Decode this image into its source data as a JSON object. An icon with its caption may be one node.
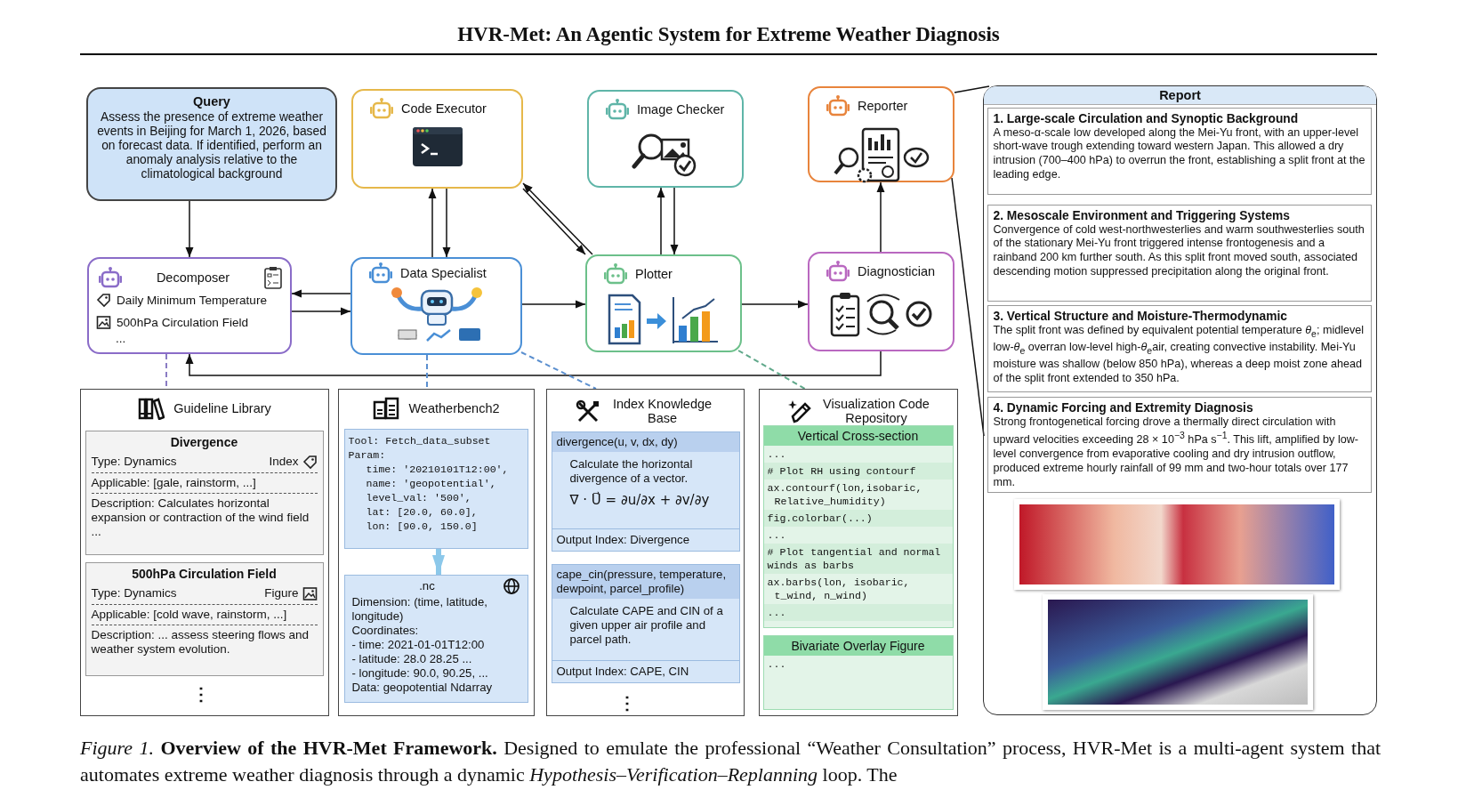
{
  "diagram": {
    "title": "HVR-Met: An Agentic System for Extreme Weather Diagnosis",
    "caption": "*Figure 1.* **Overview of the HVR-Met Framework.** Designed to emulate the professional “Weather Consultation” process, HVR-Met is a multi-agent system that automates extreme weather diagnosis through a dynamic *Hypothesis–Verification–Replanning* loop. The",
    "nodes": [
      {
        "text": [
          "Query",
          "Assess the presence of extreme weather events in Beijing for March 1, 2026, based on forecast data. If identified, perform an anomaly analysis relative to the climatological background"
        ]
      },
      {
        "text": [
          "Code Executor"
        ]
      },
      {
        "text": [
          "Image Checker"
        ]
      },
      {
        "text": [
          "Reporter"
        ]
      },
      {
        "text": [
          "Report"
        ]
      },
      {
        "text": [
          "1. Large-scale Circulation and Synoptic Background",
          "A meso-α-scale low developed along the Mei-Yu front, with an upper-level short-wave trough extending toward western Japan. This allowed a dry intrusion (700–400 hPa) to overrun the front, establishing a split front at the leading edge."
        ],
        "in": 4
      },
      {
        "text": [
          "2. Mesoscale Environment and Triggering Systems",
          "Convergence of cold west-northwesterlies and warm southwesterlies south of the stationary Mei-Yu front triggered intense frontogenesis and a rainband 200 km further south. As this split front moved south, associated descending motion suppressed precipitation along the original front."
        ],
        "in": 4
      },
      {
        "text": [
          "3. Vertical Structure and Moisture-Thermodynamic",
          "The split front was defined by equivalent potential temperature *θ*$_{e}$; midlevel low-*θ*$_{e}$ overran low-level high-*θ*$_{e}$air, creating convective instability. Mei-Yu moisture was shallow (below 850 hPa), whereas a deep moist zone ahead of the split front extended to 350 hPa."
        ],
        "in": 4
      },
      {
        "text": [
          "4. Dynamic Forcing and Extremity Diagnosis",
          "Strong frontogenetical forcing drove a thermally direct circulation with upward velocities exceeding 28 × 10$^{−3}$ hPa s$^{−1}$. This lift, amplified by low-level convergence from evaporative cooling and dry intrusion outflow, produced extreme hourly rainfall of 99 mm and two-hour totals over 177 mm."
        ],
        "in": 4
      },
      {
        "text": [],
        "shape": "picture",
        "in": 4
      },
      {
        "text": [],
        "shape": "picture",
        "in": 4
      },
      {
        "text": [
          "Decomposer",
          "Daily Minimum Temperature",
          "500hPa Circulation Field",
          "..."
        ]
      },
      {
        "text": [
          "Data Specialist"
        ]
      },
      {
        "text": [
          "Plotter"
        ]
      },
      {
        "text": [
          "Diagnostician"
        ]
      },
      {
        "text": [
          "Guideline Library"
        ]
      },
      {
        "text": [
          "Divergence",
          "Type: Dynamics",
          "Index",
          "Applicable: [gale, rainstorm, ...]",
          "Description: Calculates horizontal expansion or contraction of the wind field ..."
        ],
        "in": 15
      },
      {
        "text": [
          "500hPa Circulation Field",
          "Type: Dynamics",
          "Figure",
          "Applicable: [cold wave, rainstorm, ...]",
          "Description: ... assess steering flows and weather system evolution."
        ],
        "in": 15
      },
      {
        "text": [
          "Weatherbench2"
        ]
      },
      {
        "text": [
          "Tool: Fetch_data_subset",
          "Param:",
          "time: '20210101T12:00',",
          "name: 'geopotential',",
          "level_val: '500',",
          "lat: [20.0, 60.0],",
          "lon: [90.0, 150.0]"
        ],
        "in": 18
      },
      {
        "text": [
          ".nc",
          "Dimension: (time, latitude, longitude)",
          "Coordinates:",
          "- time: 2021-01-01T12:00",
          "- latitude: 28.0 28.25 ...",
          "- longitude: 90.0, 90.25, ...",
          "Data: geopotential Ndarray"
        ],
        "in": 18
      },
      {
        "text": [
          "Index Knowledge Base"
        ]
      },
      {
        "text": [
          "divergence(u, v, dx, dy)",
          "Calculate the horizontal divergence of a vector.",
          "∇ · U⃗ = ∂u/∂x + ∂v/∂y",
          "Output Index: Divergence"
        ],
        "in": 21
      },
      {
        "text": [
          "cape_cin(pressure, temperature, dewpoint, parcel_profile)",
          "Calculate CAPE and CIN  of a given upper air profile and parcel path.",
          "Output Index: CAPE, CIN"
        ],
        "in": 21
      },
      {
        "text": [
          "Visualization Code Repository"
        ]
      },
      {
        "text": [
          "Vertical Cross-section",
          "...",
          "# Plot RH using contourf",
          "ax.contourf(lon,isobaric, Relative_humidity)",
          "fig.colorbar(...)",
          "...",
          "# Plot tangential and normal winds as barbs",
          "ax.barbs(lon, isobaric, t_wind, n_wind)",
          "..."
        ],
        "in": 24
      },
      {
        "text": [
          "Bivariate Overlay Figure",
          "..."
        ],
        "in": 24
      }
    ],
    "edges": [
      {
        "from": 0,
        "to": 11,
        "arrow": "to"
      },
      {
        "from": 12,
        "to": 11,
        "arrow": "to"
      },
      {
        "from": 11,
        "to": 12,
        "arrow": "to"
      },
      {
        "from": 12,
        "to": 1,
        "arrow": "to"
      },
      {
        "from": 1,
        "to": 12,
        "arrow": "to"
      },
      {
        "from": 13,
        "to": 1,
        "arrow": "to"
      },
      {
        "from": 1,
        "to": 13,
        "arrow": "to"
      },
      {
        "from": 12,
        "to": 13,
        "arrow": "to"
      },
      {
        "from": 13,
        "to": 2,
        "arrow": "to"
      },
      {
        "from": 2,
        "to": 13,
        "arrow": "to"
      },
      {
        "from": 13,
        "to": 14,
        "arrow": "to"
      },
      {
        "from": 14,
        "to": 3,
        "arrow": "to"
      },
      {
        "from": 14,
        "to": 11,
        "arrow": "to"
      },
      {
        "from": 3,
        "to": 4,
        "arrow": "none"
      },
      {
        "from": 3,
        "to": 4,
        "arrow": "none"
      },
      {
        "from": 11,
        "to": 15,
        "arrow": "none",
        "style": "dashed",
        "color": "#8a7cc4"
      },
      {
        "from": 12,
        "to": 18,
        "arrow": "none",
        "style": "dashed",
        "color": "#5b8fcf"
      },
      {
        "from": 12,
        "to": 21,
        "arrow": "none",
        "style": "dashed",
        "color": "#5b8fcf"
      },
      {
        "from": 13,
        "to": 24,
        "arrow": "none",
        "style": "dashed",
        "color": "#5fa88a"
      },
      {
        "from": 19,
        "to": 20,
        "arrow": "to",
        "style": "thick",
        "color": "#8cc8ea"
      }
    ],
    "labels": [
      "⋮",
      "⋮"
    ]
  }
}
